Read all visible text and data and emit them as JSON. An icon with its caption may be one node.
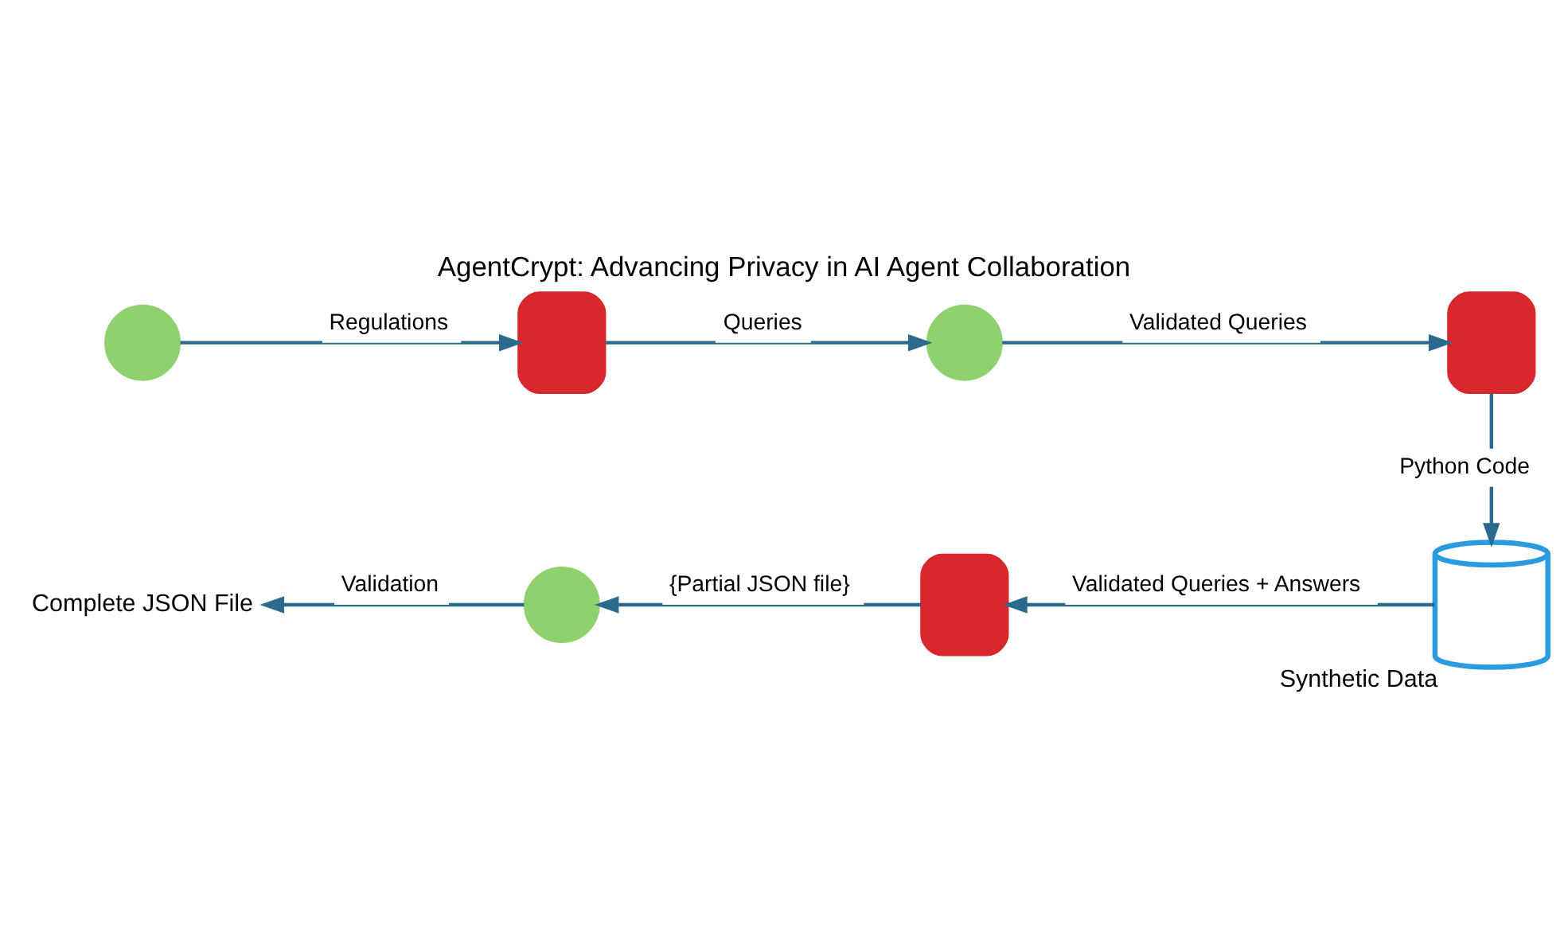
{
  "diagram": {
    "title": "AgentCrypt: Advancing Privacy in AI Agent Collaboration",
    "nodes": [
      {
        "text": [],
        "shape": "person"
      },
      {
        "text": [],
        "shape": "robot"
      },
      {
        "text": [],
        "shape": "person"
      },
      {
        "text": [],
        "shape": "robot"
      },
      {
        "text": [],
        "shape": "cylinder",
        "beside": [
          "Synthetic Data"
        ]
      },
      {
        "text": [],
        "shape": "robot"
      },
      {
        "text": [],
        "shape": "person"
      },
      {
        "text": [
          "Complete JSON File"
        ]
      }
    ],
    "edges": [
      {
        "from": 0,
        "to": 1,
        "arrow": "to",
        "label": "Regulations"
      },
      {
        "from": 1,
        "to": 2,
        "arrow": "to",
        "label": "Queries"
      },
      {
        "from": 2,
        "to": 3,
        "arrow": "to",
        "label": "Validated Queries"
      },
      {
        "from": 3,
        "to": 4,
        "arrow": "to",
        "label": "Python Code"
      },
      {
        "from": 4,
        "to": 5,
        "arrow": "to",
        "label": "Validated Queries + Answers"
      },
      {
        "from": 5,
        "to": 6,
        "arrow": "to",
        "label": "{Partial JSON file}"
      },
      {
        "from": 6,
        "to": 7,
        "arrow": "to",
        "label": "Validation"
      }
    ]
  }
}
